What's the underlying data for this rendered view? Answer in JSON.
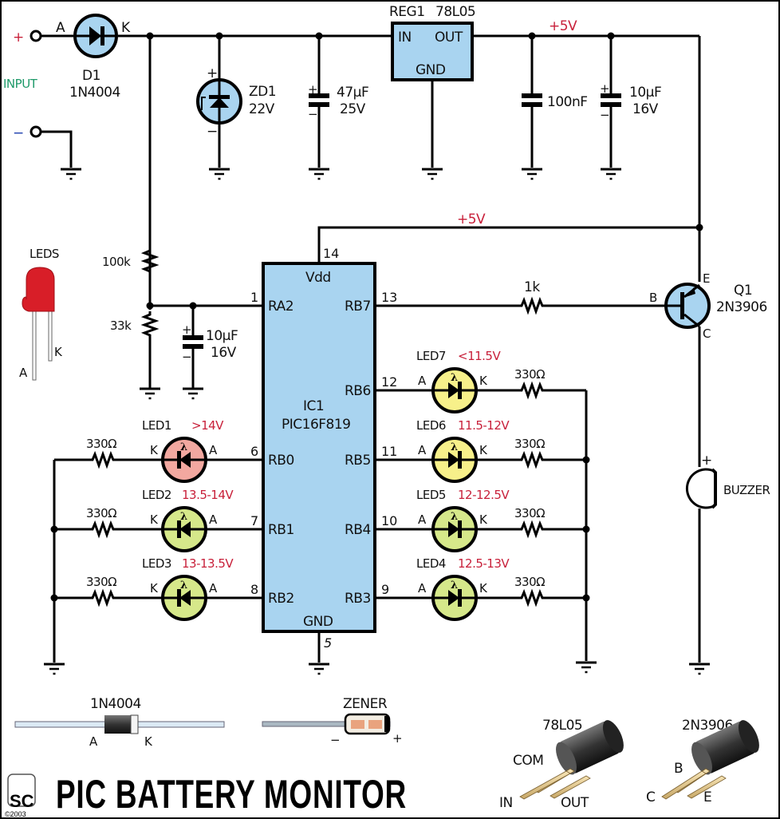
{
  "title": "PIC BATTERY MONITOR",
  "logo": {
    "text": "SC",
    "copyright": "©2003"
  },
  "colors": {
    "wire": "#000000",
    "ic_fill": "#a9d4f0",
    "red_label": "#c8203a",
    "green_label": "#1f9a6a",
    "led_red": "#f2a8a0",
    "led_yellow": "#f7f08a",
    "led_green": "#d6e88a",
    "led_body": "#d81e28"
  },
  "input": {
    "label": "INPUT",
    "plus": "+",
    "minus": "−"
  },
  "d1": {
    "ref": "D1",
    "part": "1N4004",
    "anode": "A",
    "cathode": "K"
  },
  "zd1": {
    "ref": "ZD1",
    "value": "22V",
    "plus": "+",
    "minus": "−"
  },
  "c47": {
    "value": "47µF",
    "voltage": "25V"
  },
  "reg1": {
    "ref": "REG1",
    "part": "78L05",
    "in": "IN",
    "out": "OUT",
    "gnd": "GND"
  },
  "rail_top": "+5V",
  "c100n": {
    "value": "100nF"
  },
  "c10_top": {
    "value": "10µF",
    "voltage": "16V"
  },
  "rail_mid": "+5V",
  "leds_legend": {
    "label": "LEDS",
    "anode": "A",
    "cathode": "K"
  },
  "r100k": {
    "value": "100k"
  },
  "r33k": {
    "value": "33k"
  },
  "c10_div": {
    "value": "10µF",
    "voltage": "16V"
  },
  "ic1": {
    "ref": "IC1",
    "part": "PIC16F819",
    "vdd": "Vdd",
    "vdd_pin": "14",
    "gnd": "GND",
    "gnd_pin": "5",
    "left_pins": [
      {
        "name": "RA2",
        "num": "1"
      },
      {
        "name": "RB0",
        "num": "6"
      },
      {
        "name": "RB1",
        "num": "7"
      },
      {
        "name": "RB2",
        "num": "8"
      }
    ],
    "right_pins": [
      {
        "name": "RB7",
        "num": "13"
      },
      {
        "name": "RB6",
        "num": "12"
      },
      {
        "name": "RB5",
        "num": "11"
      },
      {
        "name": "RB4",
        "num": "10"
      },
      {
        "name": "RB3",
        "num": "9"
      }
    ]
  },
  "r1k": {
    "value": "1k"
  },
  "q1": {
    "ref": "Q1",
    "part": "2N3906",
    "b": "B",
    "c": "C",
    "e": "E"
  },
  "buzzer": {
    "label": "BUZZER",
    "plus": "+"
  },
  "left_leds": [
    {
      "ref": "LED1",
      "range": ">14V",
      "resistor": "330Ω",
      "k": "K",
      "a": "A"
    },
    {
      "ref": "LED2",
      "range": "13.5-14V",
      "resistor": "330Ω",
      "k": "K",
      "a": "A"
    },
    {
      "ref": "LED3",
      "range": "13-13.5V",
      "resistor": "330Ω",
      "k": "K",
      "a": "A"
    }
  ],
  "right_leds": [
    {
      "ref": "LED7",
      "range": "<11.5V",
      "resistor": "330Ω",
      "k": "K",
      "a": "A"
    },
    {
      "ref": "LED6",
      "range": "11.5-12V",
      "resistor": "330Ω",
      "k": "K",
      "a": "A"
    },
    {
      "ref": "LED5",
      "range": "12-12.5V",
      "resistor": "330Ω",
      "k": "K",
      "a": "A"
    },
    {
      "ref": "LED4",
      "range": "12.5-13V",
      "resistor": "330Ω",
      "k": "K",
      "a": "A"
    }
  ],
  "pinouts": {
    "diode": {
      "label": "1N4004",
      "a": "A",
      "k": "K"
    },
    "zener": {
      "label": "ZENER",
      "minus": "−",
      "plus": "+"
    },
    "reg": {
      "label": "78L05",
      "com": "COM",
      "in": "IN",
      "out": "OUT"
    },
    "transistor": {
      "label": "2N3906",
      "b": "B",
      "c": "C",
      "e": "E"
    }
  }
}
